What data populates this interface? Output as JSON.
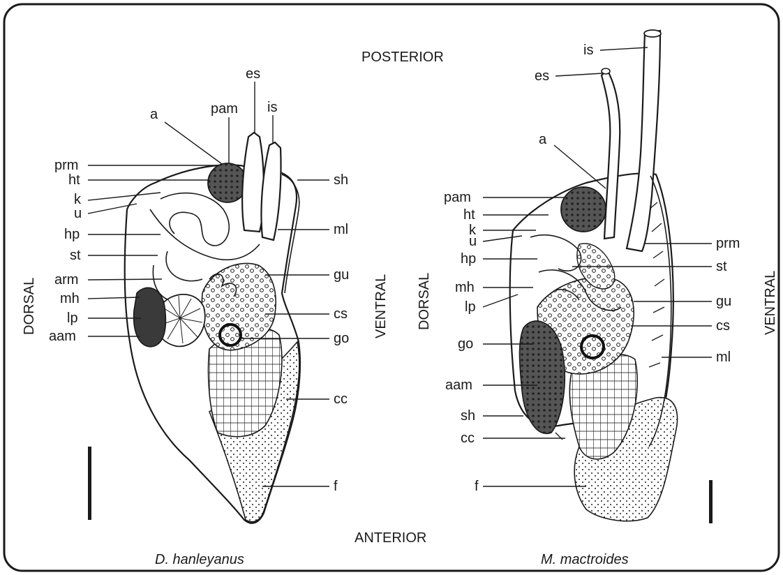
{
  "orientation": {
    "posterior": "POSTERIOR",
    "anterior": "ANTERIOR",
    "left_dorsal": "DORSAL",
    "left_ventral": "VENTRAL",
    "right_dorsal": "DORSAL",
    "right_ventral": "VENTRAL"
  },
  "left_specimen": {
    "caption": "D. hanleyanus",
    "labels": {
      "a": "a",
      "pam": "pam",
      "es": "es",
      "is": "is",
      "prm": "prm",
      "ht": "ht",
      "k": "k",
      "u": "u",
      "hp": "hp",
      "st": "st",
      "arm": "arm",
      "mh": "mh",
      "lp": "lp",
      "aam": "aam",
      "sh": "sh",
      "ml": "ml",
      "gu": "gu",
      "cs": "cs",
      "go": "go",
      "cc": "cc",
      "f": "f"
    }
  },
  "right_specimen": {
    "caption": "M. mactroides",
    "labels": {
      "is": "is",
      "es": "es",
      "a": "a",
      "pam": "pam",
      "ht": "ht",
      "k": "k",
      "u": "u",
      "hp": "hp",
      "mh": "mh",
      "lp": "lp",
      "go": "go",
      "aam": "aam",
      "sh": "sh",
      "cc": "cc",
      "f": "f",
      "prm": "prm",
      "st": "st",
      "gu": "gu",
      "cs": "cs",
      "ml": "ml"
    }
  }
}
